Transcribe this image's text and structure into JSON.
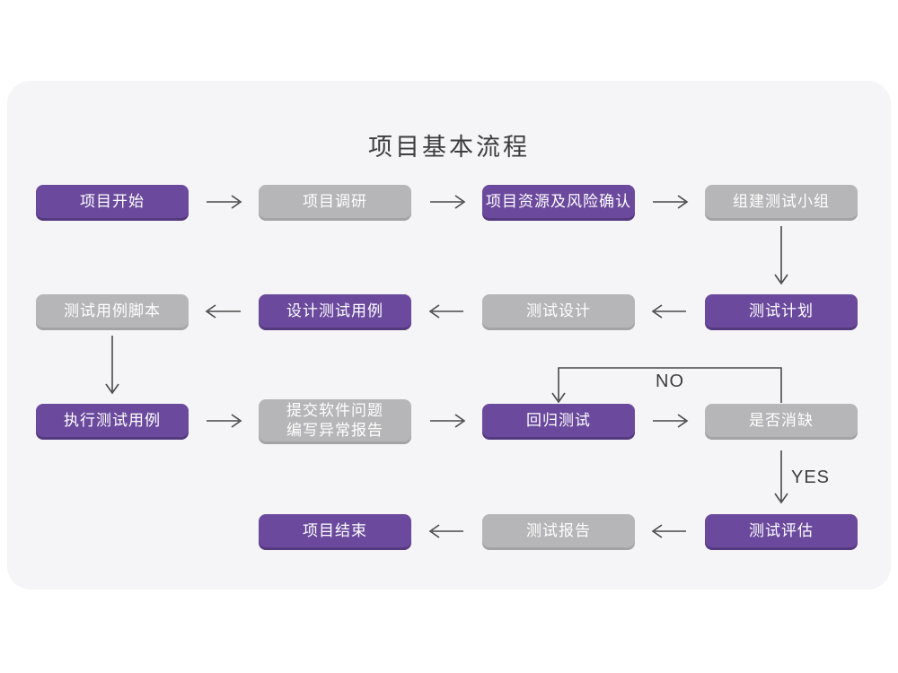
{
  "title": "项目基本流程",
  "labels": {
    "no": "NO",
    "yes": "YES"
  },
  "colors": {
    "node_purple": "#6b4a9e",
    "node_purple_shadow": "#55397f",
    "node_gray": "#b6b5b7",
    "node_gray_shadow": "#a3a2a4",
    "card_background": "#f5f4f6",
    "arrow": "#4a4a4a",
    "title_text": "#3d3d3d",
    "node_text": "#ffffff"
  },
  "nodes": [
    {
      "id": "project-start",
      "label": "项目开始",
      "variant": "purple"
    },
    {
      "id": "project-research",
      "label": "项目调研",
      "variant": "gray"
    },
    {
      "id": "resource-risk",
      "label": "项目资源及风险确认",
      "variant": "purple"
    },
    {
      "id": "build-test-team",
      "label": "组建测试小组",
      "variant": "gray"
    },
    {
      "id": "case-script",
      "label": "测试用例脚本",
      "variant": "gray"
    },
    {
      "id": "design-test-case",
      "label": "设计测试用例",
      "variant": "purple"
    },
    {
      "id": "test-design",
      "label": "测试设计",
      "variant": "gray"
    },
    {
      "id": "test-plan",
      "label": "测试计划",
      "variant": "purple"
    },
    {
      "id": "execute-test-case",
      "label": "执行测试用例",
      "variant": "purple"
    },
    {
      "id": "submit-issue",
      "label": "提交软件问题\n编写异常报告",
      "variant": "gray"
    },
    {
      "id": "regression-test",
      "label": "回归测试",
      "variant": "purple"
    },
    {
      "id": "defect-cleared",
      "label": "是否消缺",
      "variant": "gray"
    },
    {
      "id": "project-end",
      "label": "项目结束",
      "variant": "purple"
    },
    {
      "id": "test-report",
      "label": "测试报告",
      "variant": "gray"
    },
    {
      "id": "test-evaluation",
      "label": "测试评估",
      "variant": "purple"
    }
  ]
}
